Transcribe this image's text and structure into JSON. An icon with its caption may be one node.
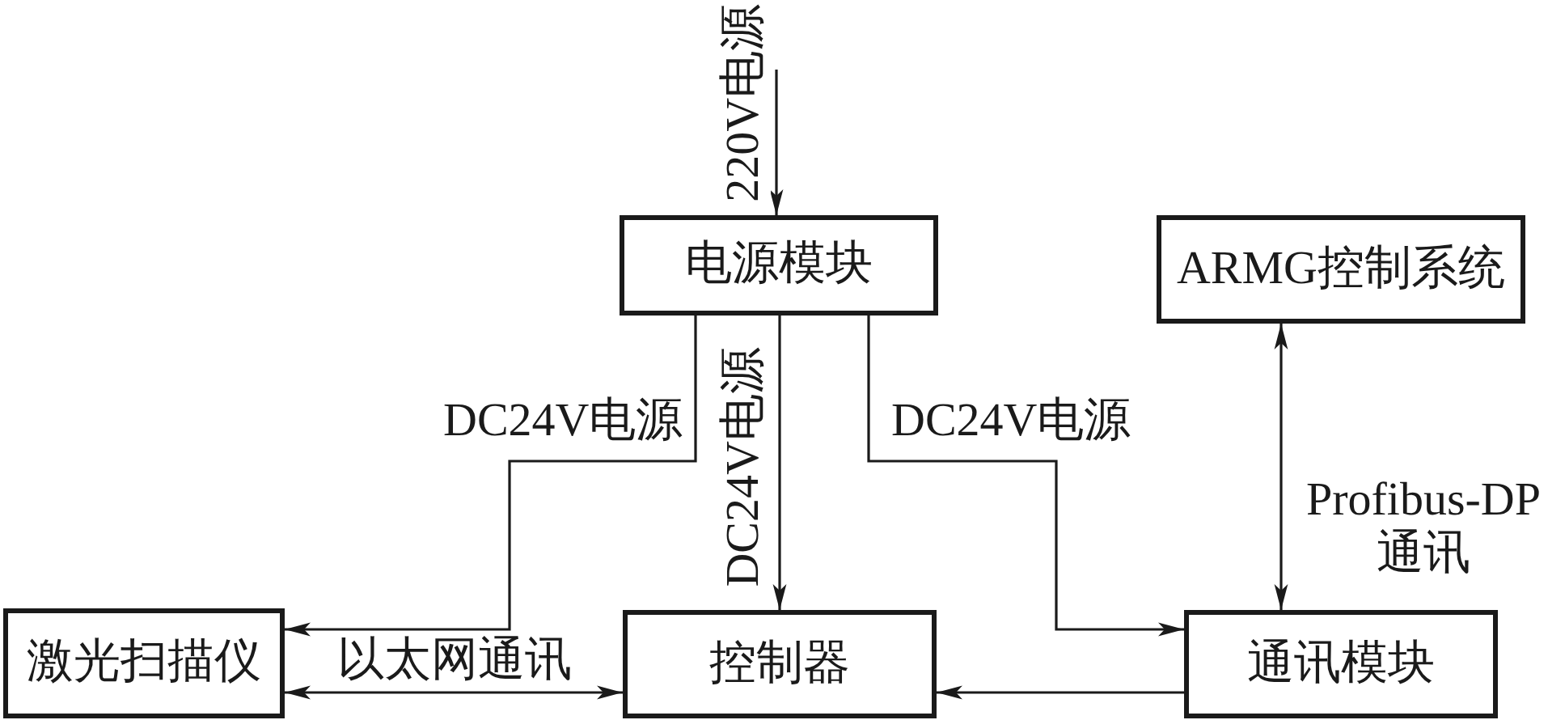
{
  "diagram": {
    "nodes": [
      {
        "text": [
          "电源模块"
        ]
      },
      {
        "text": [
          "ARMG控制系统"
        ]
      },
      {
        "text": [
          "激光扫描仪"
        ]
      },
      {
        "text": [
          "控制器"
        ]
      },
      {
        "text": [
          "通讯模块"
        ]
      }
    ],
    "edges": [
      {
        "from": null,
        "to": 0,
        "arrow": "to",
        "label": "220V电源"
      },
      {
        "from": 0,
        "to": 2,
        "arrow": "to",
        "label": "DC24V电源"
      },
      {
        "from": 0,
        "to": 3,
        "arrow": "to",
        "label": "DC24V电源"
      },
      {
        "from": 0,
        "to": 4,
        "arrow": "to",
        "label": "DC24V电源"
      },
      {
        "from": 2,
        "to": 3,
        "arrow": "both",
        "label": "以太网通讯"
      },
      {
        "from": 4,
        "to": 3,
        "arrow": "to"
      },
      {
        "from": 1,
        "to": 4,
        "arrow": "both",
        "label": "Profibus-DP通讯"
      }
    ]
  }
}
